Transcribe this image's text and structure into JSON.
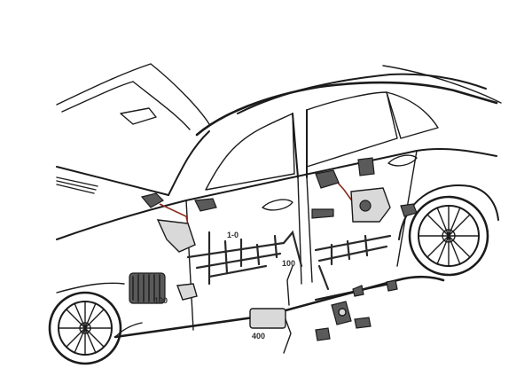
{
  "diagram": {
    "labels": {
      "top_harness": "1-0",
      "center_connector": "100",
      "lower_module": "100",
      "bottom_box": "400"
    },
    "colors": {
      "line": "#1b1b1b",
      "harness": "#2a2a2a",
      "accent": "#8a2b1c",
      "background": "#ffffff"
    }
  }
}
